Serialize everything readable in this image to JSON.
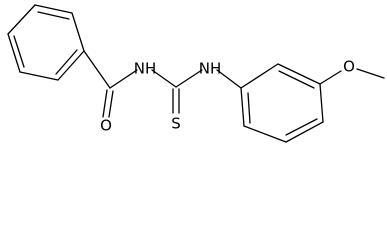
{
  "molecule": {
    "atoms": {
      "amide_nh": "NH",
      "thio_nh": "NH",
      "carbonyl_o": "O",
      "thione_s": "S",
      "ether_o": "O"
    },
    "colors": {
      "bond": "#000000",
      "label": "#000000",
      "background": "#ffffff"
    }
  }
}
